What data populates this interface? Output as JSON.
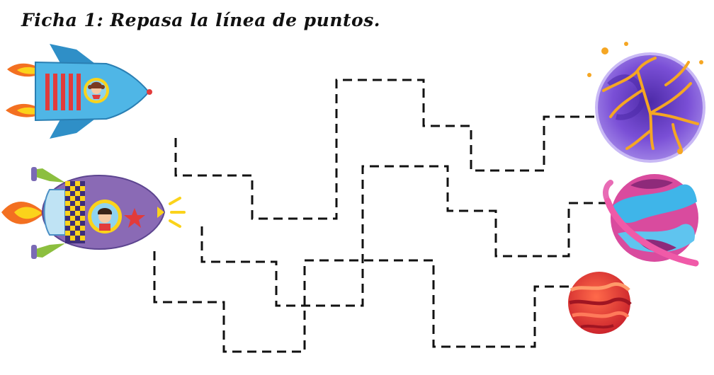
{
  "worksheet": {
    "title": "Ficha 1: Repasa la línea de puntos."
  },
  "colors": {
    "path_stroke": "#111111",
    "rocket_blue": "#3aa3d9",
    "rocket_purple": "#8a6ab5",
    "flame_orange": "#f37021",
    "flame_yellow": "#fbd31b",
    "planet_violet": "#6a3fbf",
    "planet_pink_blue": "#d94b9e",
    "planet_red": "#e23b2e"
  },
  "icons": {
    "rocket_top": "blue-rocket-with-girl",
    "rocket_bottom": "purple-rocket-with-boy",
    "planet_top": "purple-lava-planet",
    "planet_middle": "ringed-pink-blue-planet",
    "planet_bottom": "red-striped-planet"
  }
}
